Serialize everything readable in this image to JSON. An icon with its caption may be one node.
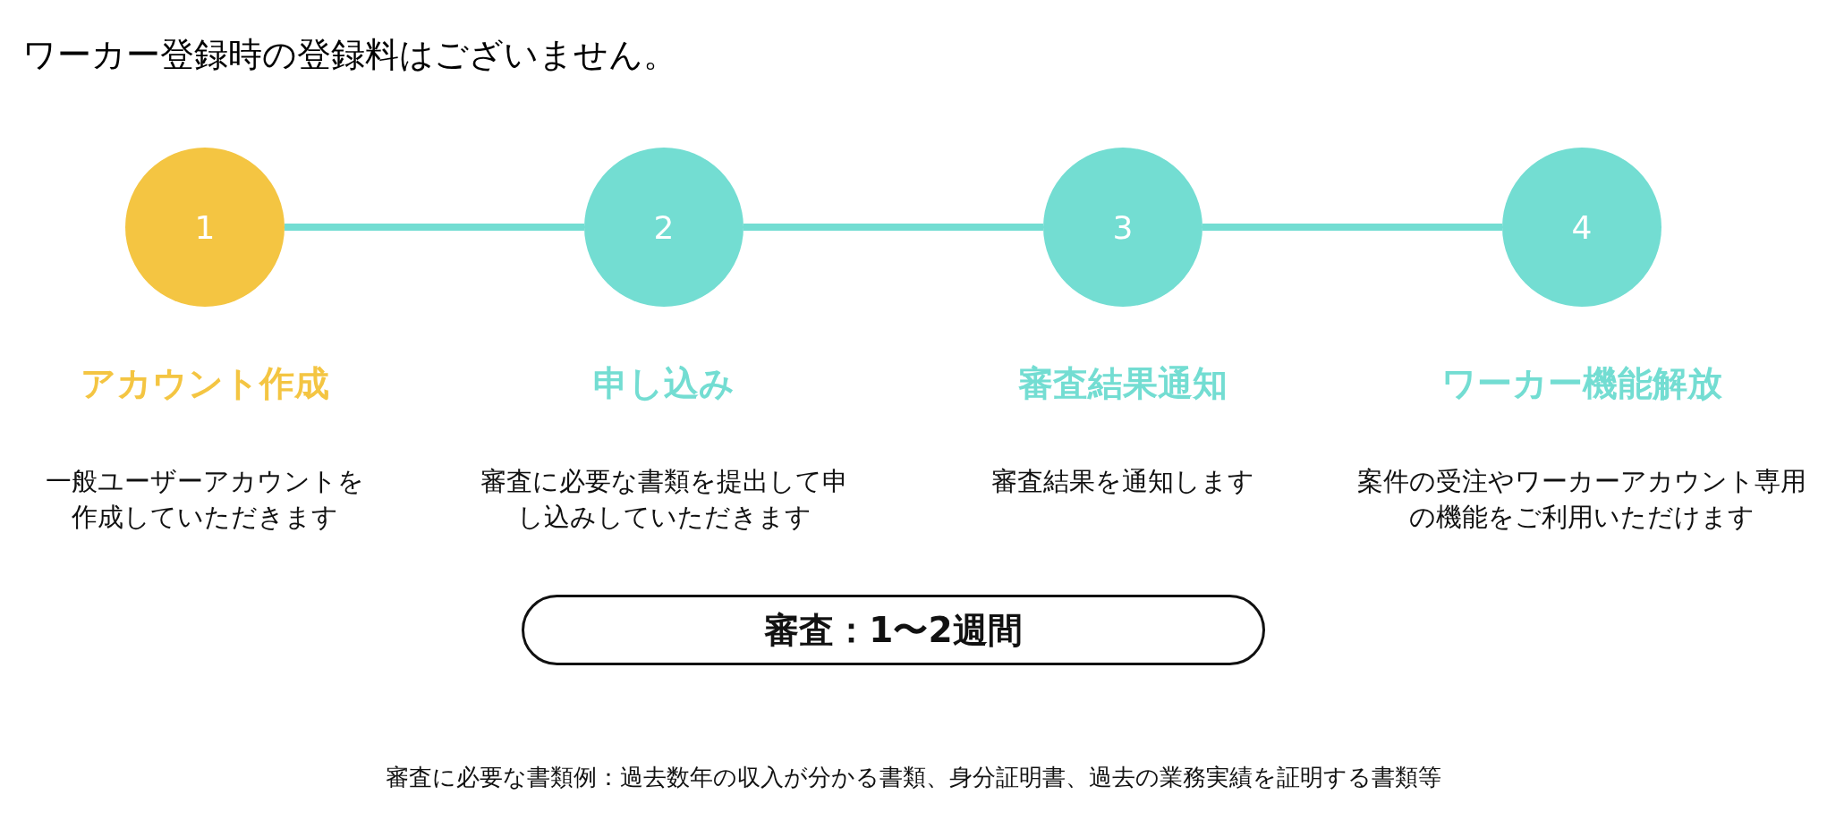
{
  "diagram": {
    "title": "ワーカー登録時の登録料はございません。",
    "nodes": [
      {
        "text": [
          "1"
        ],
        "beside": [
          "アカウント作成",
          "一般ユーザーアカウントを作成していただきます"
        ]
      },
      {
        "text": [
          "2"
        ],
        "beside": [
          "申し込み",
          "審査に必要な書類を提出して申し込みしていただきます"
        ]
      },
      {
        "text": [
          "3"
        ],
        "beside": [
          "審査結果通知",
          "審査結果を通知します"
        ]
      },
      {
        "text": [
          "4"
        ],
        "beside": [
          "ワーカー機能解放",
          "案件の受注やワーカーアカウント専用の機能をご利用いただけます"
        ]
      },
      {
        "text": [
          "審査：1〜2週間"
        ]
      }
    ],
    "edges": [
      {
        "from": 0,
        "to": 1,
        "arrow": "none"
      },
      {
        "from": 1,
        "to": 2,
        "arrow": "none"
      },
      {
        "from": 2,
        "to": 3,
        "arrow": "none"
      }
    ],
    "labels": [
      "審査に必要な書類例：過去数年の収入が分かる書類、身分証明書、過去の業務実績を証明する書類等"
    ]
  }
}
